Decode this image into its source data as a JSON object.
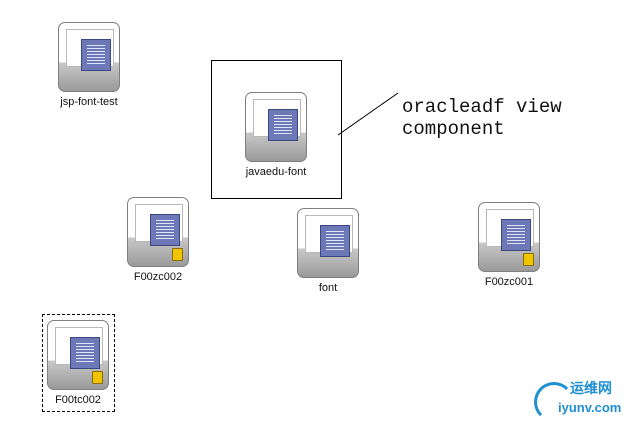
{
  "nodes": [
    {
      "key": "jsp_font_test",
      "label": "jsp-font-test",
      "has_badge": false
    },
    {
      "key": "javaedu_font",
      "label": "javaedu-font",
      "has_badge": false
    },
    {
      "key": "f00zc002",
      "label": "F00zc002",
      "has_badge": true
    },
    {
      "key": "font",
      "label": "font",
      "has_badge": false
    },
    {
      "key": "f00zc001",
      "label": "F00zc001",
      "has_badge": true
    },
    {
      "key": "f00tc002",
      "label": "F00tc002",
      "has_badge": true
    }
  ],
  "annotation": {
    "line1": "oracleadf view",
    "line2": "component"
  },
  "watermark": {
    "text_cn": "运维网",
    "text_en": "iyunv.com"
  },
  "icons": {
    "node": "document-icon",
    "badge": "folder-badge-icon"
  }
}
